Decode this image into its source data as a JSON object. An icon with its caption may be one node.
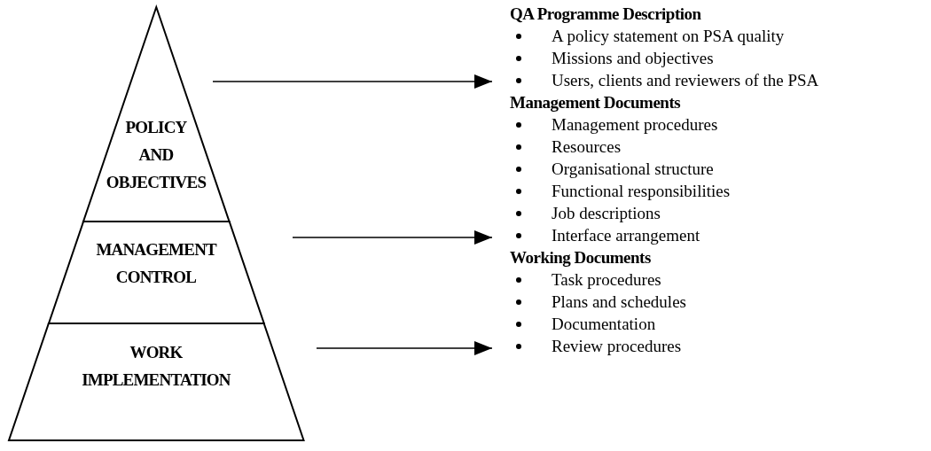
{
  "diagram": {
    "nodes": [
      {
        "text": [
          "POLICY AND OBJECTIVES"
        ]
      },
      {
        "text": [
          "MANAGEMENT CONTROL"
        ]
      },
      {
        "text": [
          "WORK IMPLEMENTATION"
        ]
      },
      {
        "text": [
          "QA Programme Description",
          "A policy statement on PSA quality",
          "Missions and objectives",
          "Users, clients and reviewers of the PSA"
        ]
      },
      {
        "text": [
          "Management Documents",
          "Management procedures",
          "Resources",
          "Organisational structure",
          "Functional responsibilities",
          "Job descriptions",
          "Interface arrangement"
        ]
      },
      {
        "text": [
          "Working Documents",
          "Task procedures",
          "Plans and schedules",
          "Documentation",
          "Review procedures"
        ]
      }
    ],
    "edges": [
      {
        "from": 0,
        "to": 3,
        "arrow": "to"
      },
      {
        "from": 1,
        "to": 4,
        "arrow": "to"
      },
      {
        "from": 2,
        "to": 5,
        "arrow": "to"
      }
    ]
  }
}
